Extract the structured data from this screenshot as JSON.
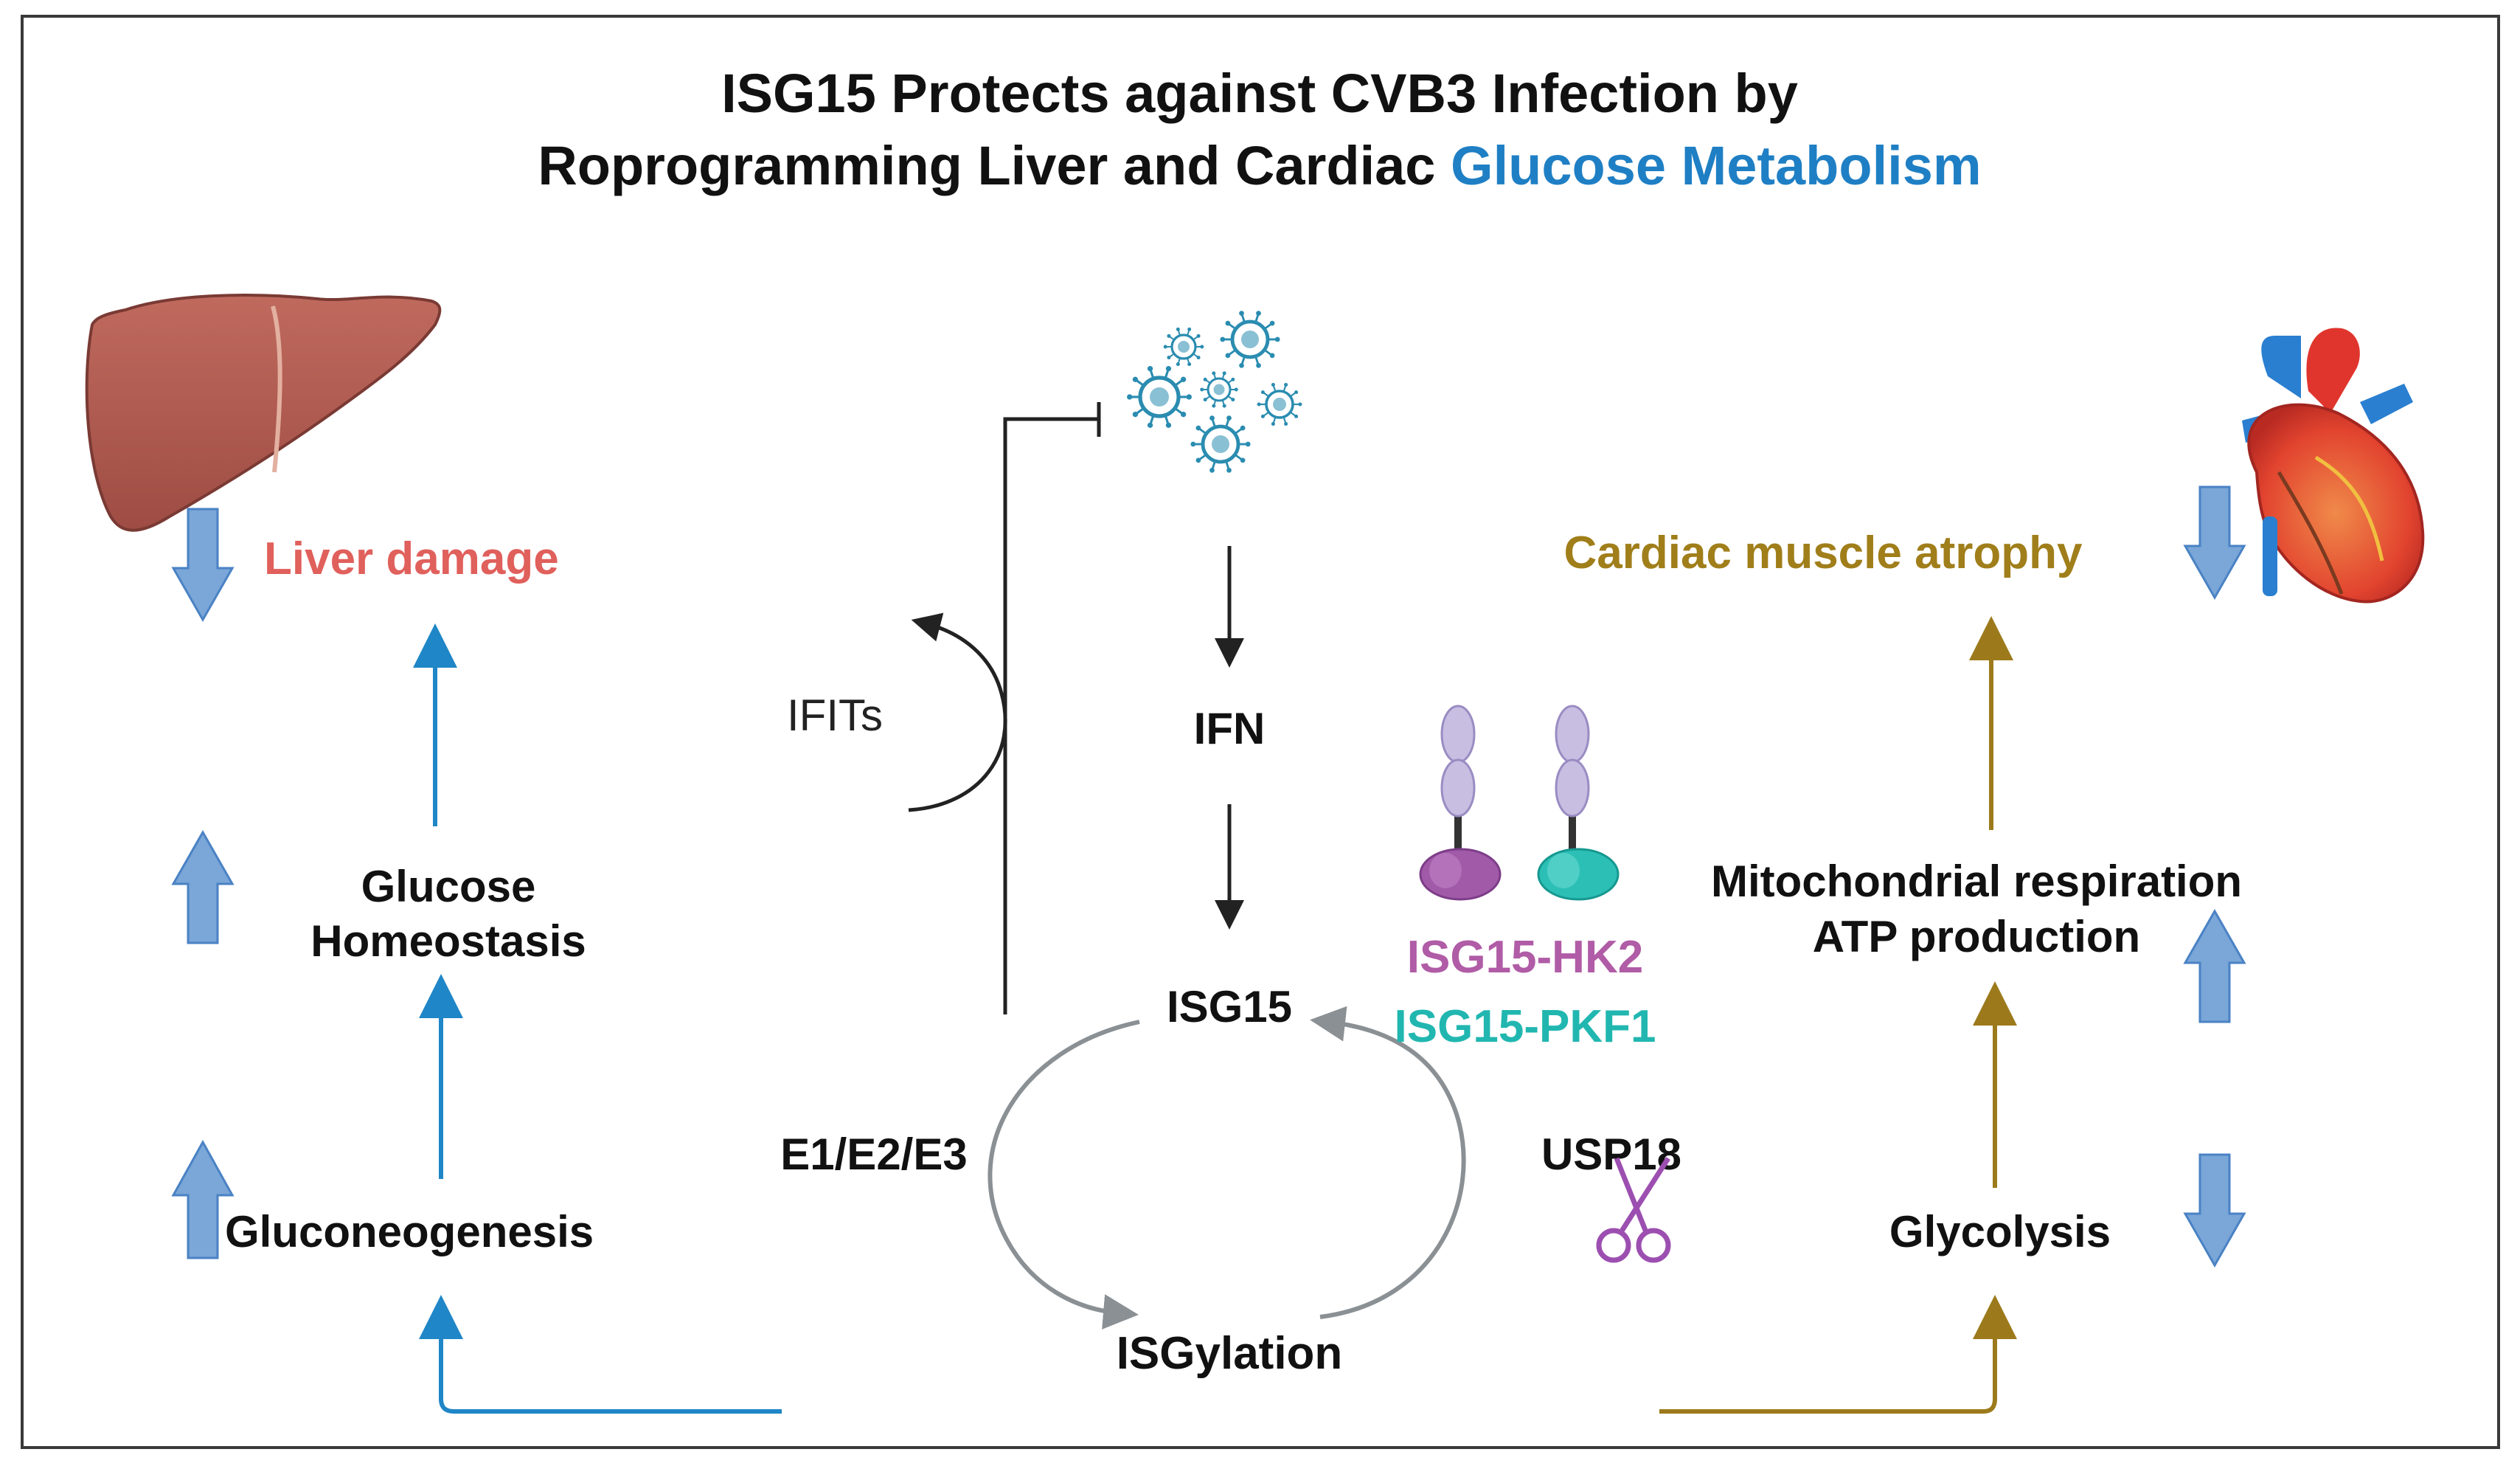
{
  "title": {
    "line1": "ISG15 Protects against CVB3 Infection by",
    "line2_prefix": "Roprogramming Liver and Cardiac ",
    "line2_highlight": "Glucose Metabolism"
  },
  "left": {
    "liver_damage": "Liver damage",
    "glucose_line1": "Glucose",
    "glucose_line2": "Homeostasis",
    "gluconeogenesis": "Gluconeogenesis"
  },
  "center": {
    "ifits": "IFITs",
    "ifn": "IFN",
    "isg15": "ISG15",
    "e_enzymes": "E1/E2/E3",
    "usp18": "USP18",
    "isgylation": "ISGylation"
  },
  "right": {
    "cardiac_atrophy": "Cardiac muscle atrophy",
    "hk2": "ISG15-HK2",
    "pkf1": "ISG15-PKF1",
    "mito_line1": "Mitochondrial respiration",
    "mito_line2": "ATP production",
    "glycolysis": "Glycolysis"
  },
  "colors": {
    "title_highlight": "#1f7fc4",
    "liver_arrow": "#1f86c7",
    "heart_arrow": "#9c7a1c",
    "liver_damage_text": "#e0605c",
    "cardiac_text": "#a07e1a",
    "hk2_text": "#b05ca6",
    "pkf1_text": "#21b7b0",
    "block_arrow_fill": "#7aa6d8",
    "block_arrow_stroke": "#4a82c4",
    "cycle_arrow": "#8a9094",
    "virus": "#2a8cb0"
  },
  "icons": {
    "liver": "liver-icon",
    "heart": "heart-icon",
    "virus": "virus-icon",
    "receptor": "receptor-icon",
    "scissors": "scissors-icon"
  }
}
